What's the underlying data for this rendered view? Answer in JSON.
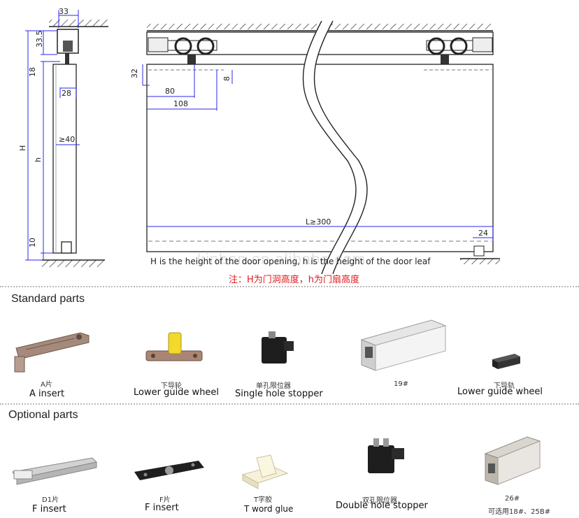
{
  "diagram": {
    "dimensions": {
      "top_width": "33",
      "hanger_height": "33.5",
      "rail_gap": "18",
      "plate_width": "28",
      "clearance": "≥40",
      "H": "H",
      "h": "h",
      "bottom_gap": "10",
      "offset_32": "32",
      "offset_80": "80",
      "offset_108": "108",
      "offset_8": "8",
      "length": "L≥300",
      "end_offset": "24"
    },
    "note_en": "H is the height of the door opening, h is the height of the door leaf",
    "note_cn": "注：H为门洞高度，h为门扇高度",
    "watermark": "kinben.en.alibaba.com"
  },
  "standard": {
    "title": "Standard parts",
    "items": [
      {
        "cn": "A片",
        "en": "A insert"
      },
      {
        "cn": "下导轮",
        "en": "Lower guide wheel"
      },
      {
        "cn": "单孔限位器",
        "en": "Single hole stopper"
      },
      {
        "cn": "19#",
        "en": ""
      },
      {
        "cn": "下导轨",
        "en": "Lower guide wheel"
      }
    ]
  },
  "optional": {
    "title": "Optional parts",
    "items": [
      {
        "cn": "D1片",
        "en": "F insert"
      },
      {
        "cn": "F片",
        "en": "F insert"
      },
      {
        "cn": "T字胶",
        "en": "T word glue"
      },
      {
        "cn": "双孔限位器",
        "en": "Double hole stopper"
      },
      {
        "cn": "26#",
        "en": "可选用18#、25B#"
      }
    ]
  },
  "colors": {
    "dimension_line": "#2a2aee",
    "note_red": "#e0191e",
    "separator": "#b9b9b9"
  }
}
